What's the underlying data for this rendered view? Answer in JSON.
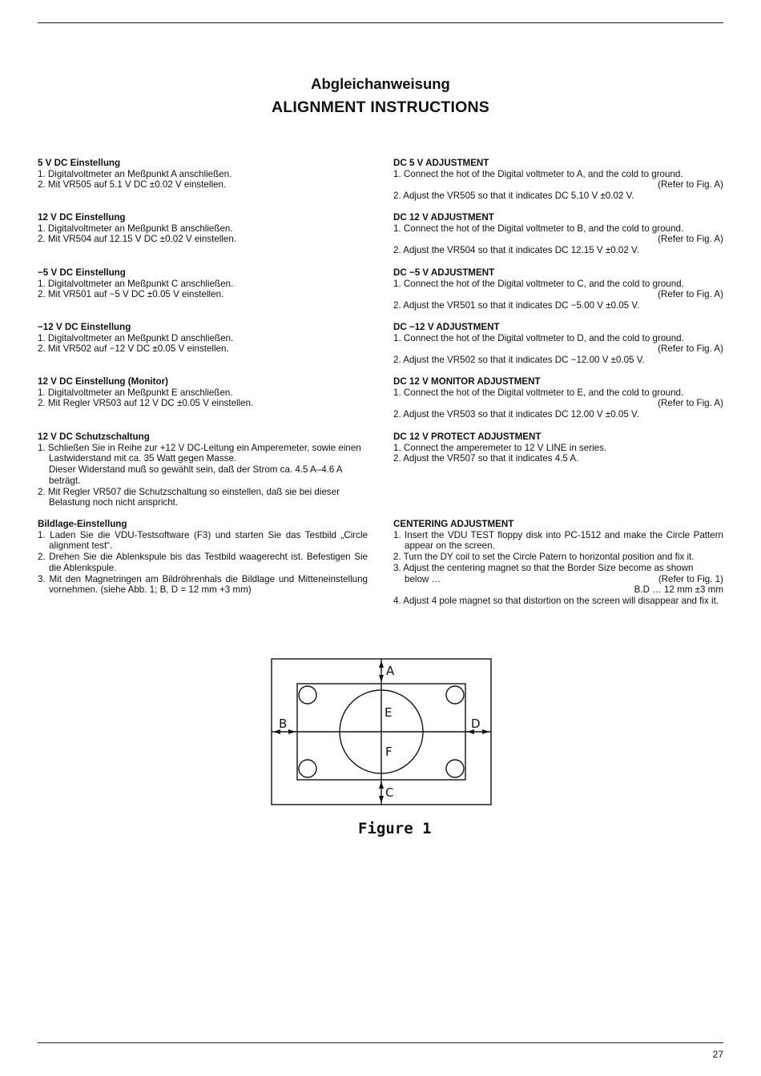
{
  "title_de": "Abgleichanweisung",
  "title_en": "ALIGNMENT INSTRUCTIONS",
  "left": {
    "s1": {
      "heading": "5 V DC Einstellung",
      "i1": "1. Digitalvoltmeter an Meßpunkt A anschließen.",
      "i2": "2. Mit VR505 auf 5.1 V DC ±0.02 V einstellen."
    },
    "s2": {
      "heading": "12 V DC Einstellung",
      "i1": "1. Digitalvoltmeter an Meßpunkt B anschließen.",
      "i2": "2. Mit VR504 auf 12.15 V DC ±0.02 V einstellen."
    },
    "s3": {
      "heading": "−5 V DC Einstellung",
      "i1": "1. Digitalvoltmeter an Meßpunkt C anschließen.",
      "i2": "2. Mit VR501 auf −5 V DC ±0.05 V einstellen."
    },
    "s4": {
      "heading": "−12 V DC Einstellung",
      "i1": "1. Digitalvoltmeter an Meßpunkt D anschließen.",
      "i2": "2. Mit VR502 auf −12 V DC ±0.05 V einstellen."
    },
    "s5": {
      "heading": "12 V DC Einstellung (Monitor)",
      "i1": "1. Digitalvoltmeter an Meßpunkt E anschließen.",
      "i2": "2. Mit Regler VR503 auf 12 V DC ±0.05 V einstellen."
    },
    "s6": {
      "heading": "12 V DC Schutzschaltung",
      "i1": "1. Schließen Sie in Reihe zur +12 V DC-Leitung ein Amperemeter, sowie einen Lastwiderstand mit ca. 35 Watt gegen Masse.",
      "i1b": "Dieser Widerstand muß so gewählt sein, daß der Strom ca. 4.5 A–4.6 A beträgt.",
      "i2": "2. Mit Regler VR507 die Schutzschaltung so einstellen, daß sie bei dieser Belastung noch nicht anspricht."
    },
    "s7": {
      "heading": "Bildlage-Einstellung",
      "i1": "1. Laden Sie die VDU-Testsoftware (F3) und starten Sie das Testbild „Circle alignment test“.",
      "i2": "2. Drehen Sie die Ablenkspule bis das Testbild waagerecht ist. Befestigen Sie die Ablenkspule.",
      "i3": "3. Mit den Magnetringen am Bildröhrenhals die Bildlage und Mitteneinstellung vornehmen. (siehe Abb. 1; B, D = 12 mm +3 mm)"
    }
  },
  "right": {
    "refer": "(Refer to Fig. A)",
    "s1": {
      "heading": "DC 5 V ADJUSTMENT",
      "i1": "1. Connect the hot of the Digital voltmeter to A, and the cold to ground.",
      "i2": "2. Adjust the VR505 so that it indicates DC 5.10 V ±0.02 V."
    },
    "s2": {
      "heading": "DC 12 V ADJUSTMENT",
      "i1": "1. Connect the hot of the Digital voltmeter to B, and the cold to ground.",
      "i2": "2. Adjust the VR504 so that it indicates DC 12.15 V ±0.02 V."
    },
    "s3": {
      "heading": "DC −5 V ADJUSTMENT",
      "i1": "1. Connect the hot of the Digital voltmeter to C, and the cold to ground.",
      "i2": "2. Adjust the VR501 so that it indicates DC −5.00 V ±0.05 V."
    },
    "s4": {
      "heading": "DC −12 V ADJUSTMENT",
      "i1": "1. Connect the hot of the Digital voltmeter to D, and the cold to ground.",
      "i2": "2. Adjust the VR502 so that it indicates DC −12.00 V ±0.05 V."
    },
    "s5": {
      "heading": "DC 12 V MONITOR ADJUSTMENT",
      "i1": "1. Connect the hot of the Digital voltmeter to E, and the cold to ground.",
      "i2": "2. Adjust the VR503 so that it indicates DC 12.00 V ±0.05 V."
    },
    "s6": {
      "heading": "DC 12 V PROTECT ADJUSTMENT",
      "i1": "1. Connect the amperemeter to 12 V LINE in series.",
      "i2": "2. Adjust the VR507 so that it indicates 4.5 A."
    },
    "s7": {
      "heading": "CENTERING ADJUSTMENT",
      "i1": "1. Insert the VDU TEST floppy disk into PC-1512 and make the Circle Pattern appear on the screen.",
      "i2": "2. Turn the DY coil to set the Circle Patern to horizontal position and fix it.",
      "i3a": "3. Adjust the centering magnet so that the Border Size become as shown",
      "i3b": "below …",
      "i3c": "(Refer to Fig. 1)",
      "i3d": "B.D … 12 mm ±3 mm",
      "i4": "4. Adjust 4 pole magnet so that distortion on the screen will disappear and fix it."
    }
  },
  "figure": {
    "labels": {
      "a": "A",
      "b": "B",
      "c": "C",
      "d": "D",
      "e": "E",
      "f": "F"
    },
    "caption": "Figure 1"
  },
  "page_number": "27"
}
